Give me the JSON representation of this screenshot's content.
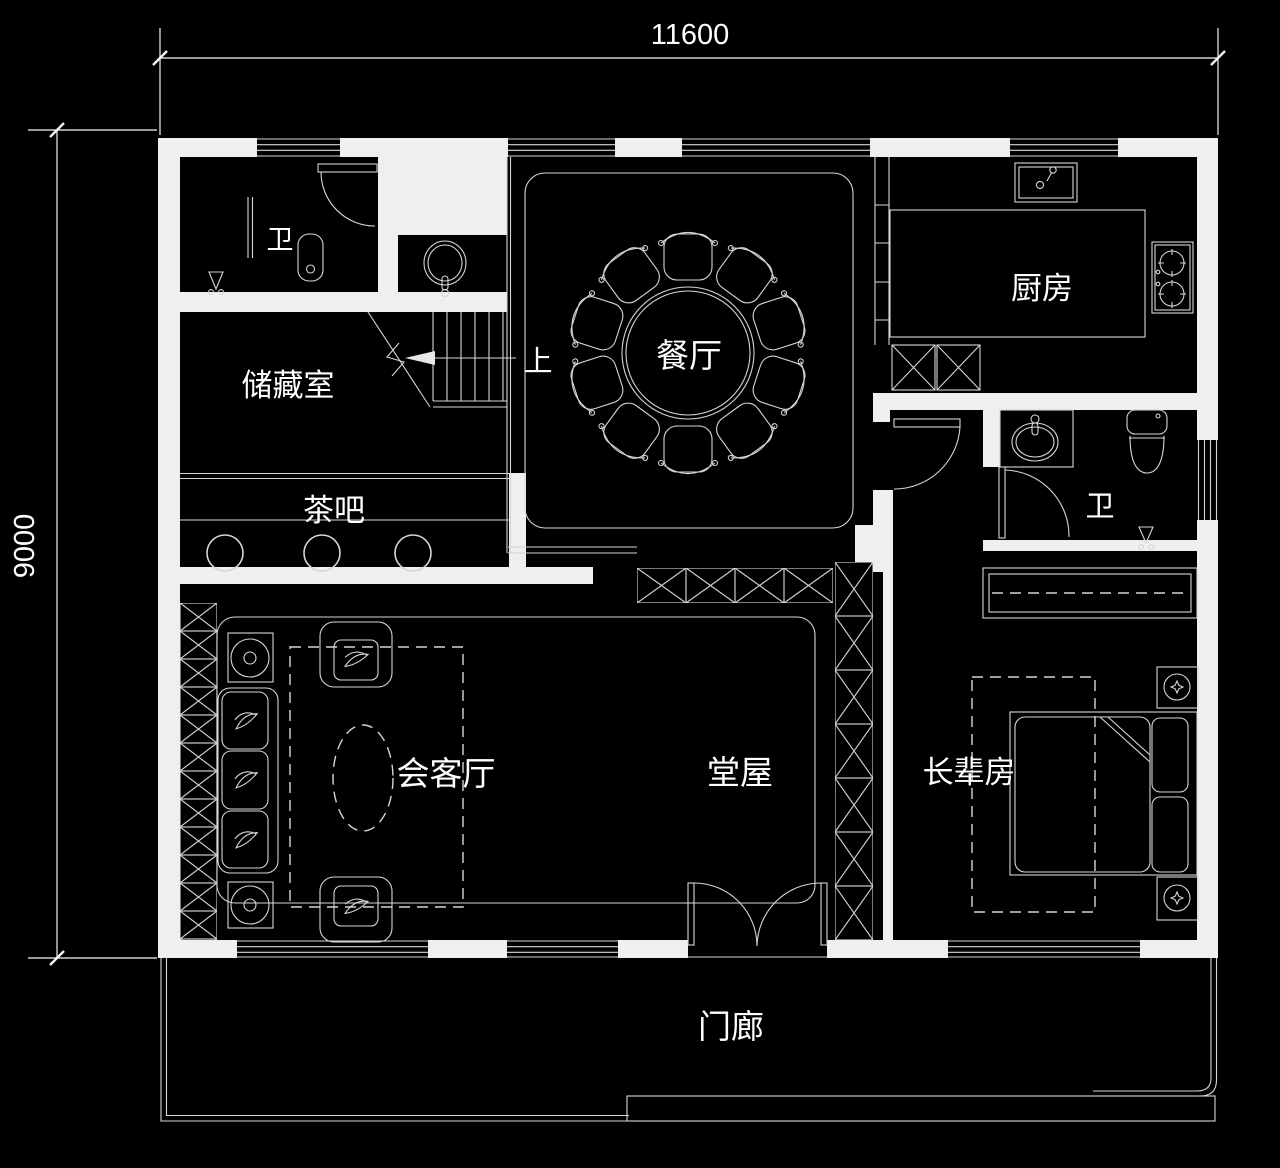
{
  "colors": {
    "background": "#000000",
    "wall": "#efefef",
    "line": "#d6d6d6",
    "text": "#ffffff"
  },
  "dimensions": {
    "top_width": "11600",
    "left_height": "9000"
  },
  "rooms": {
    "bathroom_top_left": "卫",
    "kitchen": "厨房",
    "storage_room": "储藏室",
    "stairs_up": "上",
    "dining_room": "餐厅",
    "tea_bar": "茶吧",
    "reception_room": "会客厅",
    "main_hall": "堂屋",
    "bathroom_right": "卫",
    "elders_room": "长辈房",
    "porch": "门廊"
  }
}
